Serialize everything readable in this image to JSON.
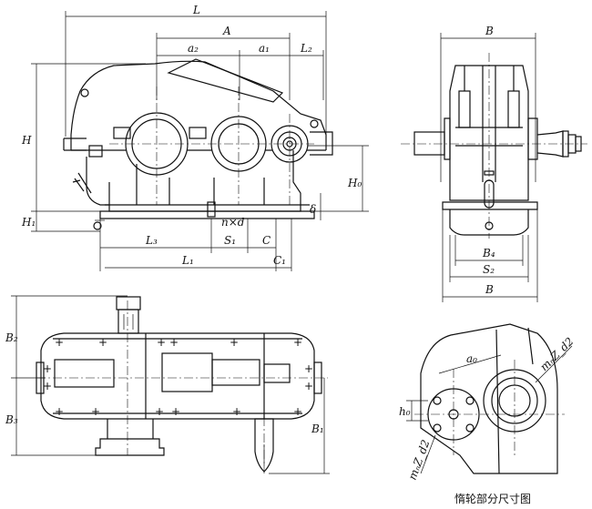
{
  "dimension_labels": {
    "L": "L",
    "A": "A",
    "a2": "a₂",
    "a1": "a₁",
    "L2": "L₂",
    "H": "H",
    "H0": "H₀",
    "H1": "H₁",
    "delta": "δ",
    "n_x_d": "n×d",
    "L3": "L₃",
    "S1": "S₁",
    "C": "C",
    "L1": "L₁",
    "C1": "C₁",
    "B_top": "B",
    "B4": "B₄",
    "S2": "S₂",
    "B_bottom": "B",
    "B2": "B₂",
    "B3": "B₃",
    "B1": "B₁",
    "a0": "a₀",
    "h0": "h₀",
    "mnZd2_right": "mₙZ_d2",
    "mnZd2_left": "mₙZ_d2"
  },
  "caption": "惰轮部分尺寸图"
}
